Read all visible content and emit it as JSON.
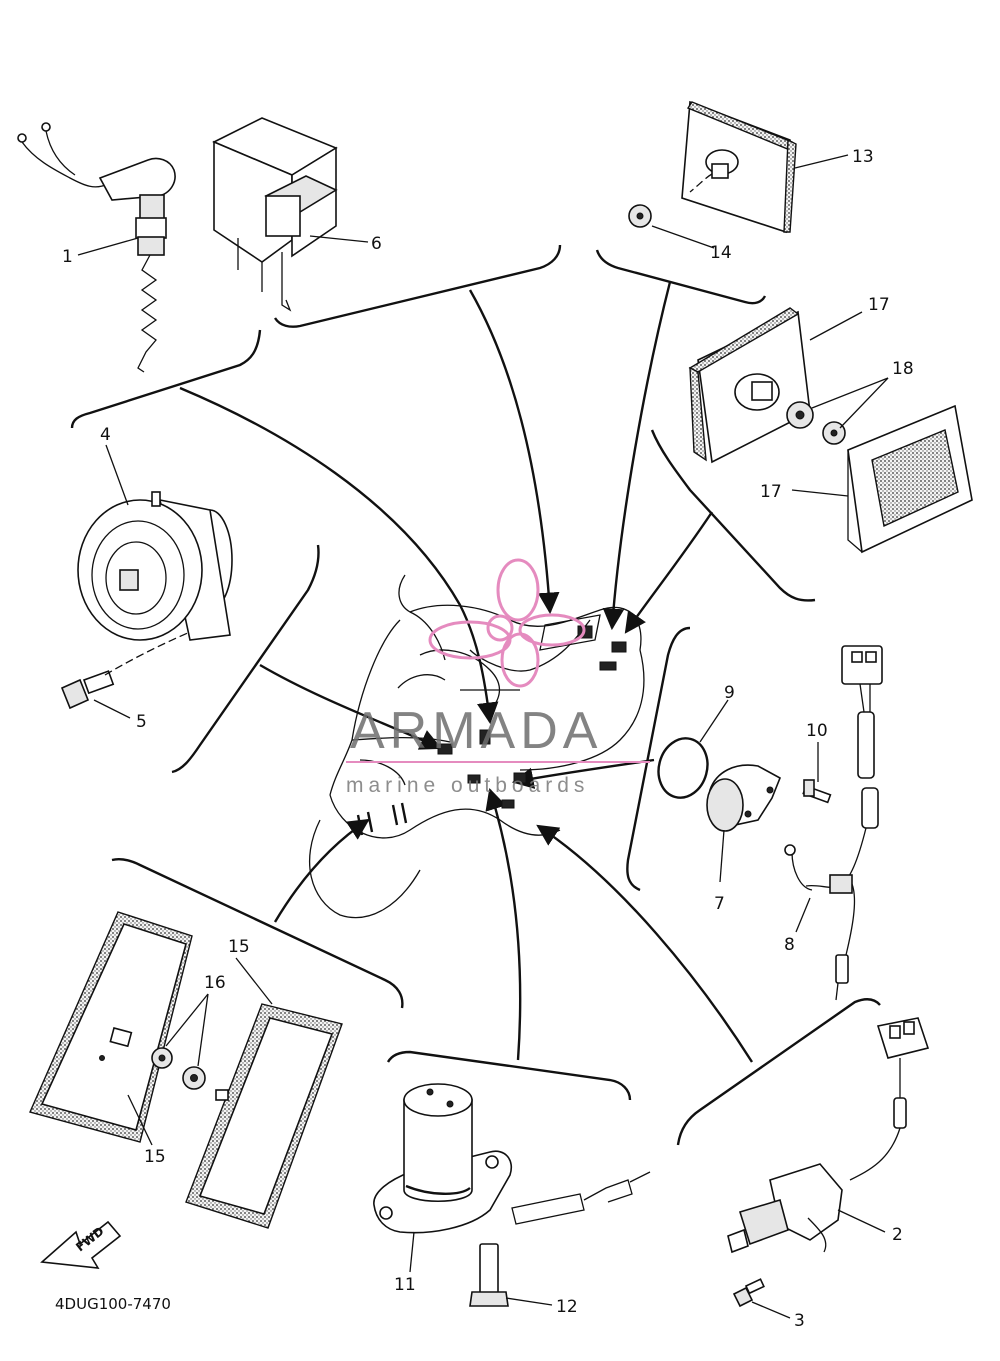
{
  "diagram": {
    "code": "4DUG100-7470",
    "fwd_label": "FWD",
    "callouts": [
      {
        "id": "c1",
        "label": "1"
      },
      {
        "id": "c2",
        "label": "2"
      },
      {
        "id": "c3",
        "label": "3"
      },
      {
        "id": "c4",
        "label": "4"
      },
      {
        "id": "c5",
        "label": "5"
      },
      {
        "id": "c6",
        "label": "6"
      },
      {
        "id": "c7",
        "label": "7"
      },
      {
        "id": "c8",
        "label": "8"
      },
      {
        "id": "c9",
        "label": "9"
      },
      {
        "id": "c10",
        "label": "10"
      },
      {
        "id": "c11",
        "label": "11"
      },
      {
        "id": "c12",
        "label": "12"
      },
      {
        "id": "c13",
        "label": "13"
      },
      {
        "id": "c14",
        "label": "14"
      },
      {
        "id": "c15a",
        "label": "15"
      },
      {
        "id": "c15b",
        "label": "15"
      },
      {
        "id": "c16",
        "label": "16"
      },
      {
        "id": "c17a",
        "label": "17"
      },
      {
        "id": "c17b",
        "label": "17"
      },
      {
        "id": "c18",
        "label": "18"
      }
    ]
  },
  "watermark": {
    "title": "ARMADA",
    "subtitle": "marine outboards",
    "logo_color": "#e58bbf"
  }
}
